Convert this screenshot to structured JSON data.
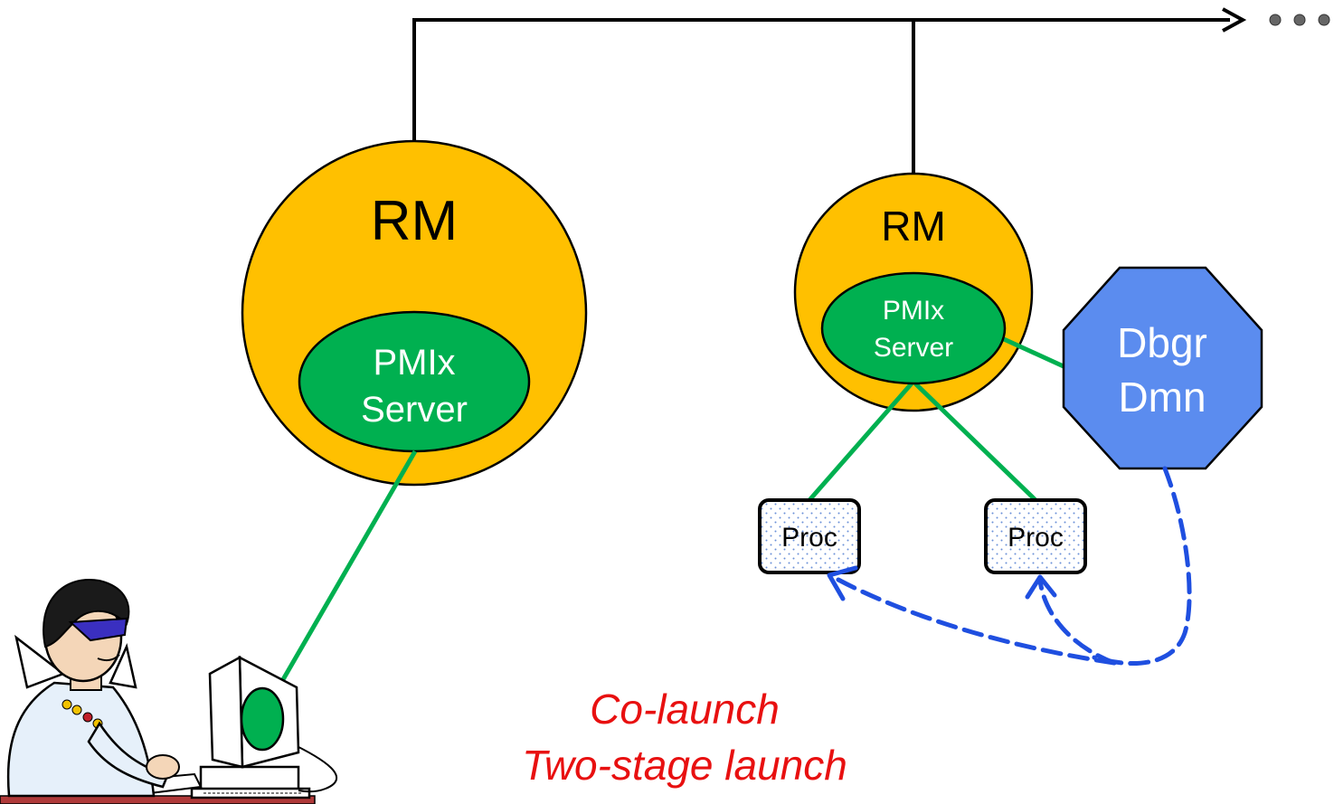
{
  "nodes": {
    "rm_left": {
      "label": "RM"
    },
    "pmix_left": {
      "line1": "PMIx",
      "line2": "Server"
    },
    "rm_right": {
      "label": "RM"
    },
    "pmix_right": {
      "line1": "PMIx",
      "line2": "Server"
    },
    "debugger_daemon": {
      "line1": "Dbgr",
      "line2": "Dmn"
    },
    "proc_left": {
      "label": "Proc"
    },
    "proc_right": {
      "label": "Proc"
    }
  },
  "captions": {
    "line1": "Co-launch",
    "line2": "Two-stage launch"
  },
  "colors": {
    "rm_fill": "#FFC000",
    "pmix_fill": "#00B050",
    "debugger_fill": "#5B8CEF",
    "connection_green": "#00B050",
    "debug_arrow_blue": "#1F4FE0",
    "caption_red": "#E81010",
    "proc_dots": "#6A8FD8"
  },
  "icons": {
    "user": "user-at-computer-illustration",
    "continuation": "ellipsis-dots"
  }
}
